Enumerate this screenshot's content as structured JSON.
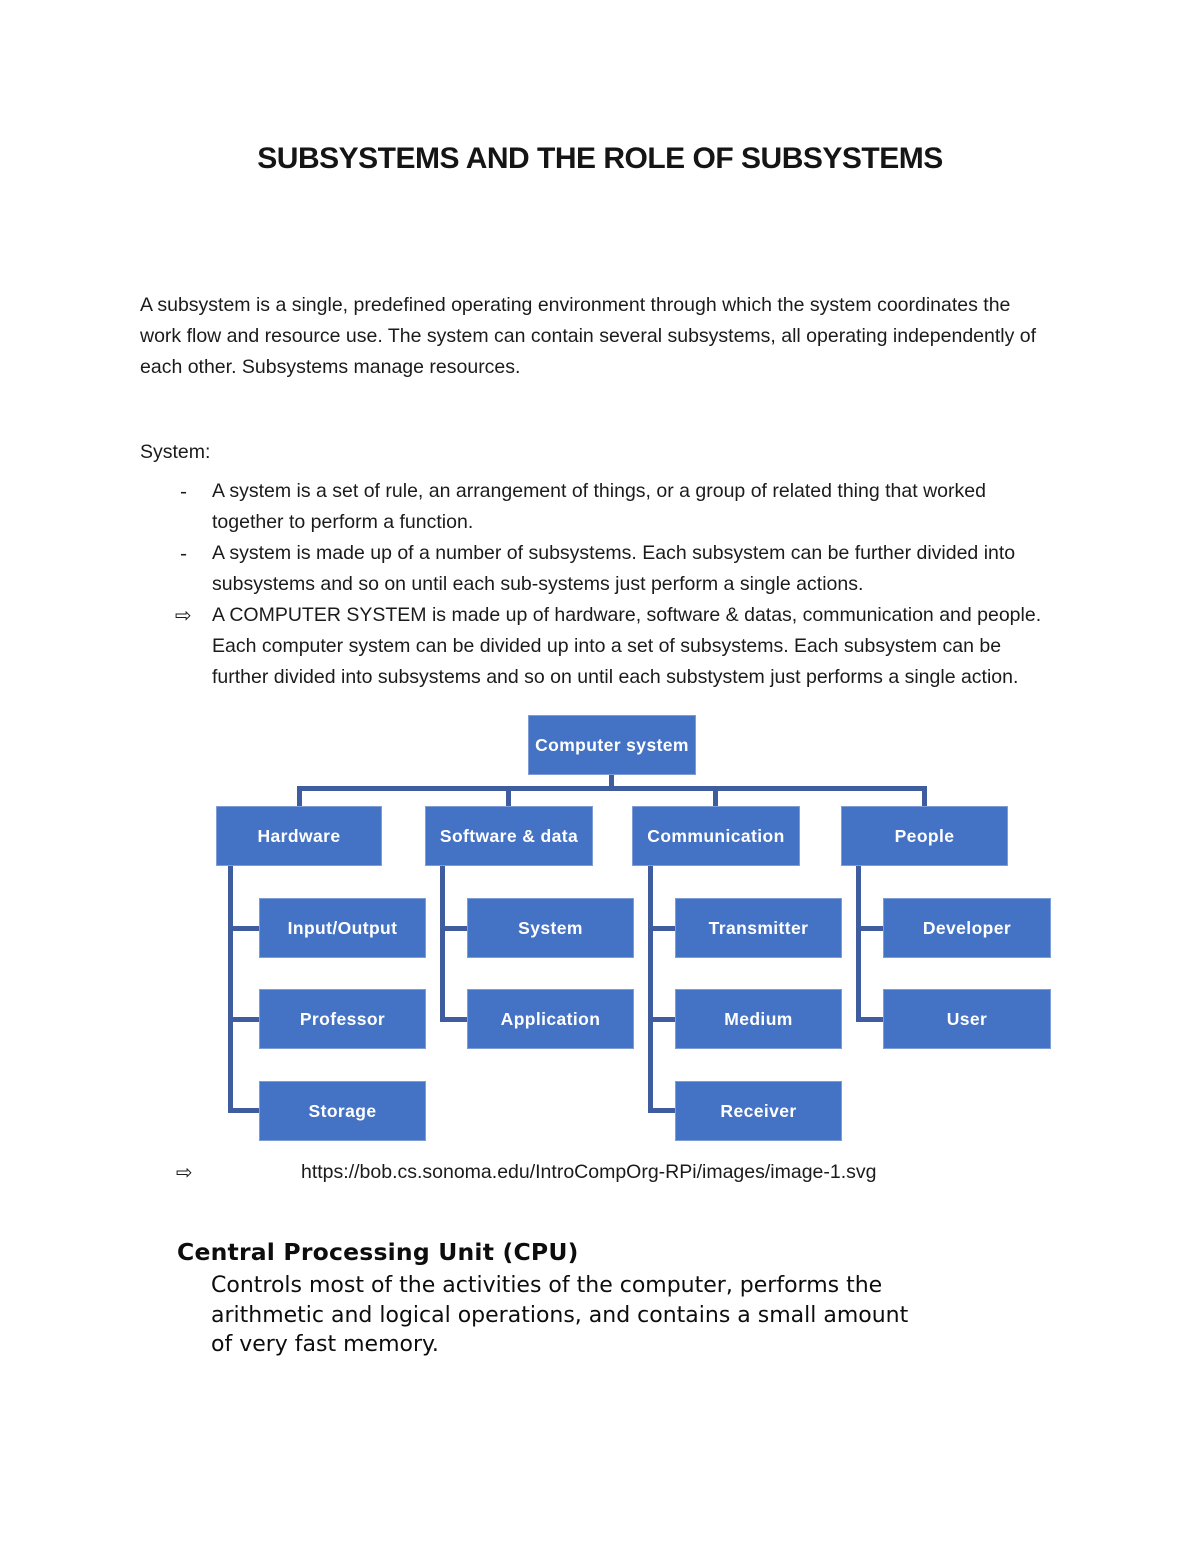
{
  "page": {
    "title": "SUBSYSTEMS AND THE ROLE OF SUBSYSTEMS",
    "intro": "A subsystem is a single, predefined operating environment through which the system coordinates the\nwork flow and resource use. The system can contain several subsystems, all operating independently of\neach other. Subsystems manage resources.",
    "system_label": "System:",
    "bullets": [
      {
        "marker": "-",
        "text": "A system is a set of rule, an arrangement of things, or a group of related thing that worked\ntogether to perform a function."
      },
      {
        "marker": "-",
        "text": "A system is made up of a number of subsystems. Each subsystem can be further divided into\nsubsystems and so on until each sub-systems just perform a single actions."
      },
      {
        "marker": "⇨",
        "text": "A COMPUTER SYSTEM is made up of hardware, software & datas, communication and people.\nEach computer system can be divided up into a set of subsystems. Each subsystem can be\nfurther divided into subsystems and so on until each substystem just performs a single action."
      }
    ],
    "link": {
      "marker": "⇨",
      "url": "https://bob.cs.sonoma.edu/IntroCompOrg-RPi/images/image-1.svg"
    },
    "cpu": {
      "heading": "Central Processing Unit (CPU)",
      "body": "Controls most of the activities of the computer, performs the\narithmetic and logical operations, and contains a small amount\nof very fast memory."
    }
  },
  "diagram": {
    "type": "hierarchy",
    "box_fill": "#4472c4",
    "connector_color": "#3e5c9e",
    "text_color": "#ffffff",
    "nodes": {
      "computer_system": "Computer system",
      "hardware": "Hardware",
      "software_data": "Software & data",
      "communication": "Communication",
      "people": "People",
      "input_output": "Input/Output",
      "system": "System",
      "transmitter": "Transmitter",
      "developer": "Developer",
      "professor": "Professor",
      "application": "Application",
      "medium": "Medium",
      "user": "User",
      "storage": "Storage",
      "receiver": "Receiver"
    },
    "edges": [
      [
        "computer_system",
        "hardware"
      ],
      [
        "computer_system",
        "software_data"
      ],
      [
        "computer_system",
        "communication"
      ],
      [
        "computer_system",
        "people"
      ],
      [
        "hardware",
        "input_output"
      ],
      [
        "hardware",
        "professor"
      ],
      [
        "hardware",
        "storage"
      ],
      [
        "software_data",
        "system"
      ],
      [
        "software_data",
        "application"
      ],
      [
        "communication",
        "transmitter"
      ],
      [
        "communication",
        "medium"
      ],
      [
        "communication",
        "receiver"
      ],
      [
        "people",
        "developer"
      ],
      [
        "people",
        "user"
      ]
    ]
  }
}
